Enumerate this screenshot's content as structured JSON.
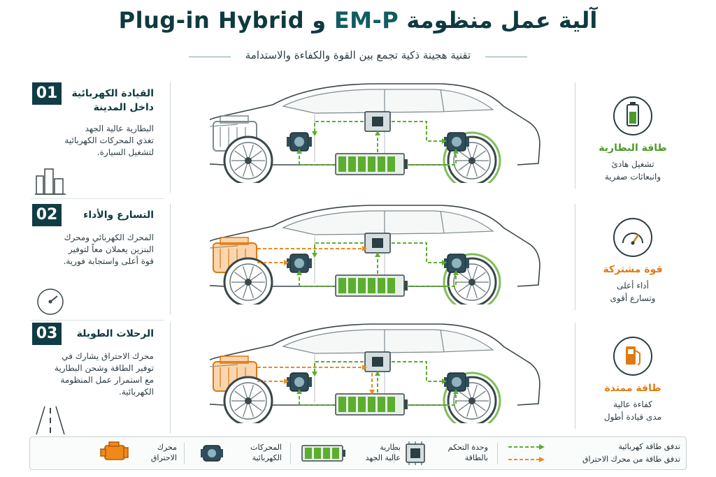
{
  "header": {
    "title_part1": "آلية عمل منظومة",
    "title_part2": "EM-P",
    "title_part3": "و",
    "title_part4": "Plug-in Hybrid",
    "subtitle": "تقنية هجينة ذكية تجمع بين القوة والكفاءة والاستدامة"
  },
  "sections": [
    {
      "number": "01",
      "title_line1": "القيادة الكهربائية",
      "title_line2": "داخل المدينة",
      "desc": [
        "البطارية عالية الجهد",
        "تغذي المحركات الكهربائية",
        "لتشغيل السيارة."
      ],
      "left_icon": "city-icon",
      "mode": "electric",
      "right_icon": "battery-icon",
      "right_title": "طاقة البطارية",
      "right_desc": [
        "تشغيل هادئ",
        "وانبعاثات صفرية"
      ],
      "right_color": "#4c9a2a"
    },
    {
      "number": "02",
      "title_line1": "التسارع والأداء",
      "title_line2": "",
      "desc": [
        "المحرك الكهربائي ومحرك",
        "البنزين يعملان معاً لتوفير",
        "قوة أعلى واستجابة فورية."
      ],
      "left_icon": "speedometer-icon",
      "mode": "combined",
      "right_icon": "gauge-icon",
      "right_title": "قوة مشتركة",
      "right_desc": [
        "أداء أعلى",
        "وتسارع أقوى"
      ],
      "right_color": "#e07a12"
    },
    {
      "number": "03",
      "title_line1": "الرحلات الطويلة",
      "title_line2": "",
      "desc": [
        "محرك الاحتراق يشارك في",
        "توفير الطاقة وشحن البطارية",
        "مع استمرار عمل المنظومة",
        "الكهربائية."
      ],
      "left_icon": "road-icon",
      "mode": "extended",
      "right_icon": "fuel-pump-icon",
      "right_title": "طاقة ممتدة",
      "right_desc": [
        "كفاءة عالية",
        "مدى قيادة أطول"
      ],
      "right_color": "#e07a12"
    }
  ],
  "legend": {
    "engine": [
      "محرك",
      "الاحتراق"
    ],
    "motors": [
      "المحركات",
      "الكهربائية"
    ],
    "battery": [
      "بطارية",
      "عالية الجهد"
    ],
    "control": [
      "وحدة التحكم",
      "بالطاقة"
    ],
    "flow_electric": "تدفق طاقة كهربائية",
    "flow_combustion": "تدفق طاقة من محرك الاحتراق"
  },
  "colors": {
    "green": "#5cae2e",
    "orange": "#ef8a1a",
    "dark": "#103c43",
    "outline": "#3a474b"
  }
}
